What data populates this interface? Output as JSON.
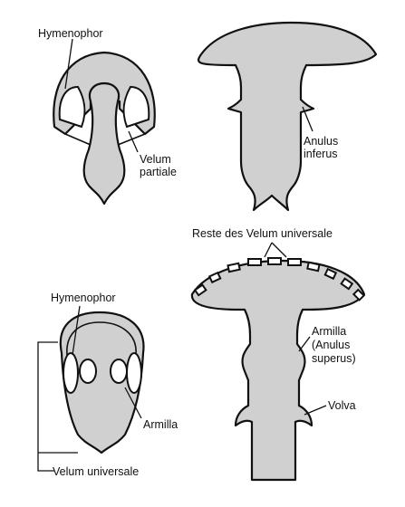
{
  "labels": {
    "hymenophor_top": "Hymenophor",
    "velum_partiale_1": "Velum",
    "velum_partiale_2": "partiale",
    "anulus_inferus_1": "Anulus",
    "anulus_inferus_2": "inferus",
    "reste_velum": "Reste des Velum universale",
    "hymenophor_bottom": "Hymenophor",
    "armilla_anulus_1": "Armilla",
    "armilla_anulus_2": "(Anulus",
    "armilla_anulus_3": "superus)",
    "armilla_bottom": "Armilla",
    "volva": "Volva",
    "velum_universale": "Velum universale"
  },
  "colors": {
    "fill": "#d0d0d0",
    "stroke": "#111111",
    "background": "#ffffff"
  }
}
